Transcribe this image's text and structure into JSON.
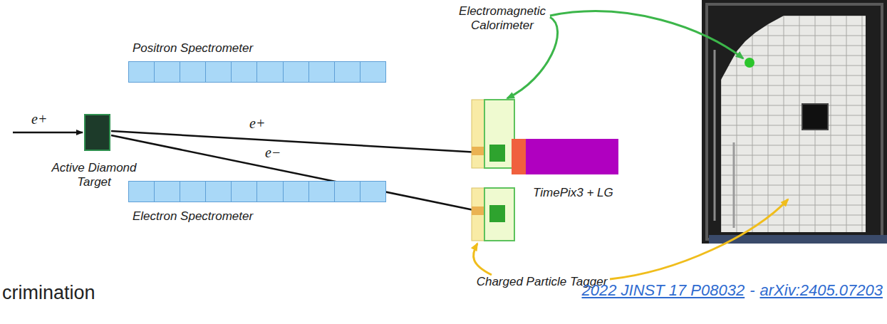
{
  "diagram": {
    "nodes": [
      {
        "text": [
          "Positron Spectrometer"
        ]
      },
      {
        "text": [
          "Active Diamond Target"
        ]
      },
      {
        "text": [
          "TimePix3 + LG"
        ]
      },
      {
        "text": [
          "Electron Spectrometer"
        ]
      }
    ],
    "labels": [
      "Electromagnetic Calorimeter",
      "e+",
      "e+",
      "e−",
      "Charged Particle Tagger",
      "crimination",
      "2022 JINST 17 P08032",
      "-",
      "arXiv:2405.07203"
    ]
  }
}
